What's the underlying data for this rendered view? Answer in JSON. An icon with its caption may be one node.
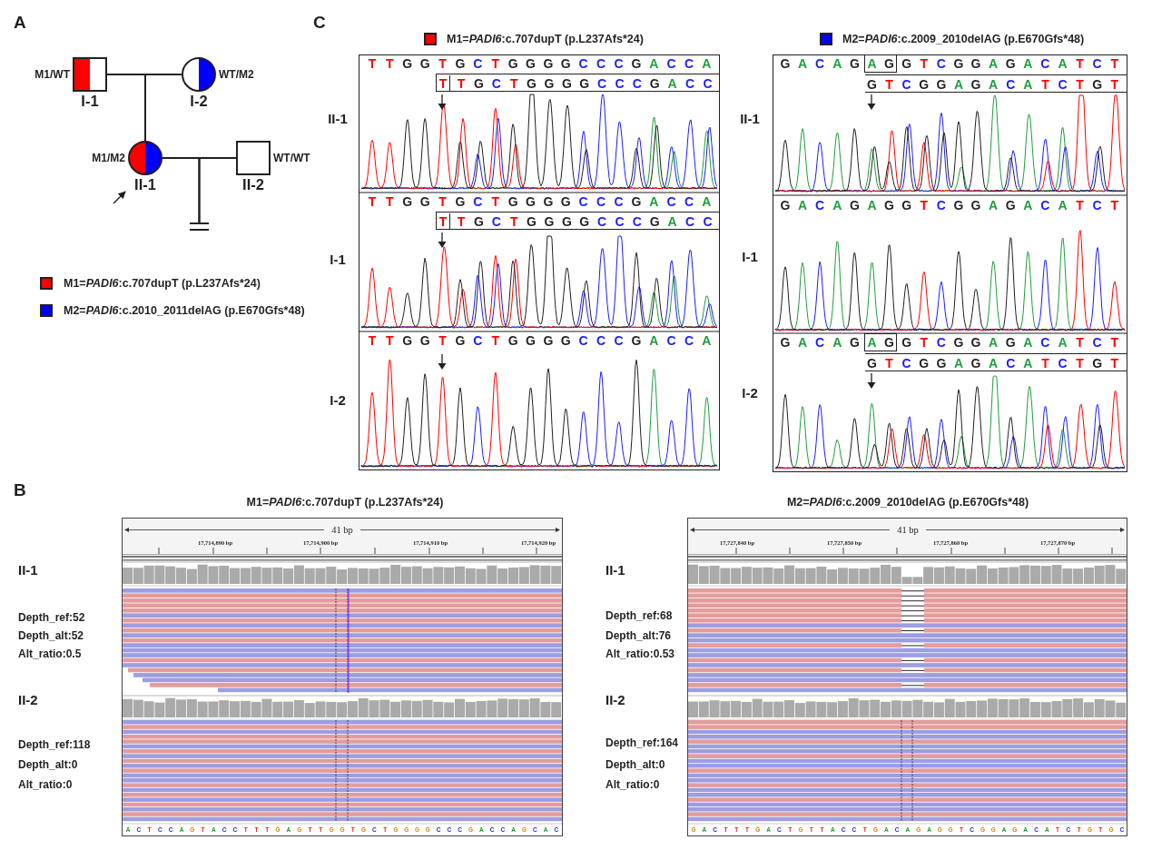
{
  "diagram": {
    "nodes": [
      {
        "text": [
          "I-1"
        ],
        "beside": [
          "M1/WT"
        ]
      },
      {
        "text": [
          "I-2"
        ],
        "beside": [
          "WT/M2"
        ]
      },
      {
        "text": [
          "II-1"
        ],
        "beside": [
          "M1/M2"
        ]
      },
      {
        "text": [
          "II-2"
        ],
        "beside": [
          "WT/WT"
        ]
      },
      {
        "text": [],
        "shape": "bar"
      }
    ],
    "edges": [
      {
        "from": 0,
        "to": 1,
        "arrow": "none"
      },
      {
        "from": 0,
        "to": 2,
        "arrow": "none"
      },
      {
        "from": 1,
        "to": 2,
        "arrow": "none"
      },
      {
        "from": 2,
        "to": 3,
        "arrow": "none"
      },
      {
        "from": 2,
        "to": 4,
        "arrow": "none"
      },
      {
        "from": 3,
        "to": 4,
        "arrow": "none"
      },
      {
        "from": null,
        "to": 2,
        "arrow": "to"
      }
    ],
    "labels": [
      "A",
      "C",
      "M1=*PADI6*:c.707dupT (p.L237Afs*24)",
      "M2=*PADI6*:c.2009_2010delAG (p.E670Gfs*48)",
      "T T G G T G C T G G G G C C C G A C C A",
      "T T G C T G G G G C C C G A C C",
      "G A C A G A G G T C G G A G A C A T C T",
      "G T C G G A G A C A T C T G T",
      "II-1",
      "II-1",
      "T T G G T G C T G G G G C C C G A C C A",
      "T T G C T G G G G C C C G A C C",
      "G A C A G A G G T C G G A G A C A T C T",
      "I-1",
      "I-1",
      "T T G G T G C T G G G G C C C G A C C A",
      "G A C A G A G G T C G G A G A C A T C T",
      "G T C G G A G A C A T C T G T",
      "I-2",
      "I-2",
      "B",
      "M1=*PADI6*:c.707dupT (p.L237Afs*24)",
      "M2=*PADI6*:c.2009_2010delAG (p.E670Gfs*48)",
      "41 bp",
      "41 bp",
      "17,714,890 bp",
      "17,714,900 bp",
      "17,714,910 bp",
      "17,714,920 bp",
      "17,727,840 bp",
      "17,727,850 bp",
      "17,727,860 bp",
      "17,727,870 bp",
      "II-1",
      "II-1",
      "Depth_ref:52",
      "Depth_ref:68",
      "Depth_alt:52",
      "Depth_alt:76",
      "Alt_ratio:0.5",
      "Alt_ratio:0.53",
      "II-2",
      "II-2",
      "Depth_ref:118",
      "Depth_ref:164",
      "Depth_alt:0",
      "Depth_alt:0",
      "Alt_ratio:0",
      "Alt_ratio:0",
      "A C T C C A G T A C C T T T G A G T T G G T G C T G G G G C C C G A C C A G C A C",
      "G A C T T T G A C T G T T A C C T G A C A G A G G T C G G A G A C A T C T G T G C"
    ],
    "legend": [
      {
        "text": "M1=*PADI6*:c.707dupT (p.L237Afs*24)",
        "color": "#ff0000"
      },
      {
        "text": "M2=*PADI6*:c.2010_2011delAG (p.E670Gfs*48)",
        "color": "#0000ff"
      }
    ]
  }
}
